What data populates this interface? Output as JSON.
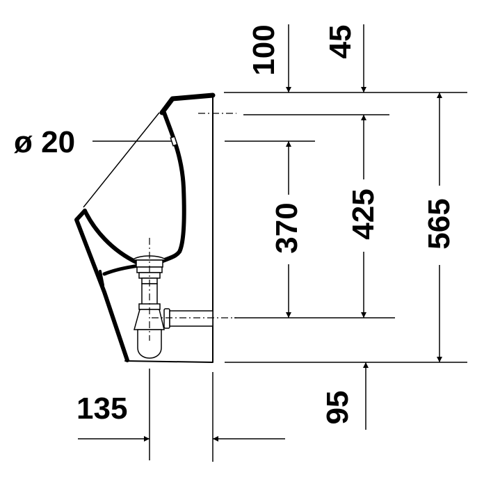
{
  "drawing": {
    "subject": "Urinal side-view dimension drawing",
    "line_color": "#000000",
    "background": "#ffffff",
    "units": "mm"
  },
  "dimensions": {
    "diameter_inlet": {
      "label": "ø 20",
      "value": 20,
      "kind": "diameter"
    },
    "top_offset_100": {
      "label": "100",
      "value": 100,
      "orientation": "vertical-text"
    },
    "top_offset_45": {
      "label": "45",
      "value": 45,
      "orientation": "vertical-text"
    },
    "outlet_height_370": {
      "label": "370",
      "value": 370,
      "orientation": "vertical-text"
    },
    "inlet_height_425": {
      "label": "425",
      "value": 425,
      "orientation": "vertical-text"
    },
    "total_height_565": {
      "label": "565",
      "value": 565,
      "orientation": "vertical-text"
    },
    "bottom_offset_95": {
      "label": "95",
      "value": 95,
      "orientation": "vertical-text"
    },
    "projection_135": {
      "label": "135",
      "value": 135,
      "orientation": "horizontal-text"
    }
  }
}
